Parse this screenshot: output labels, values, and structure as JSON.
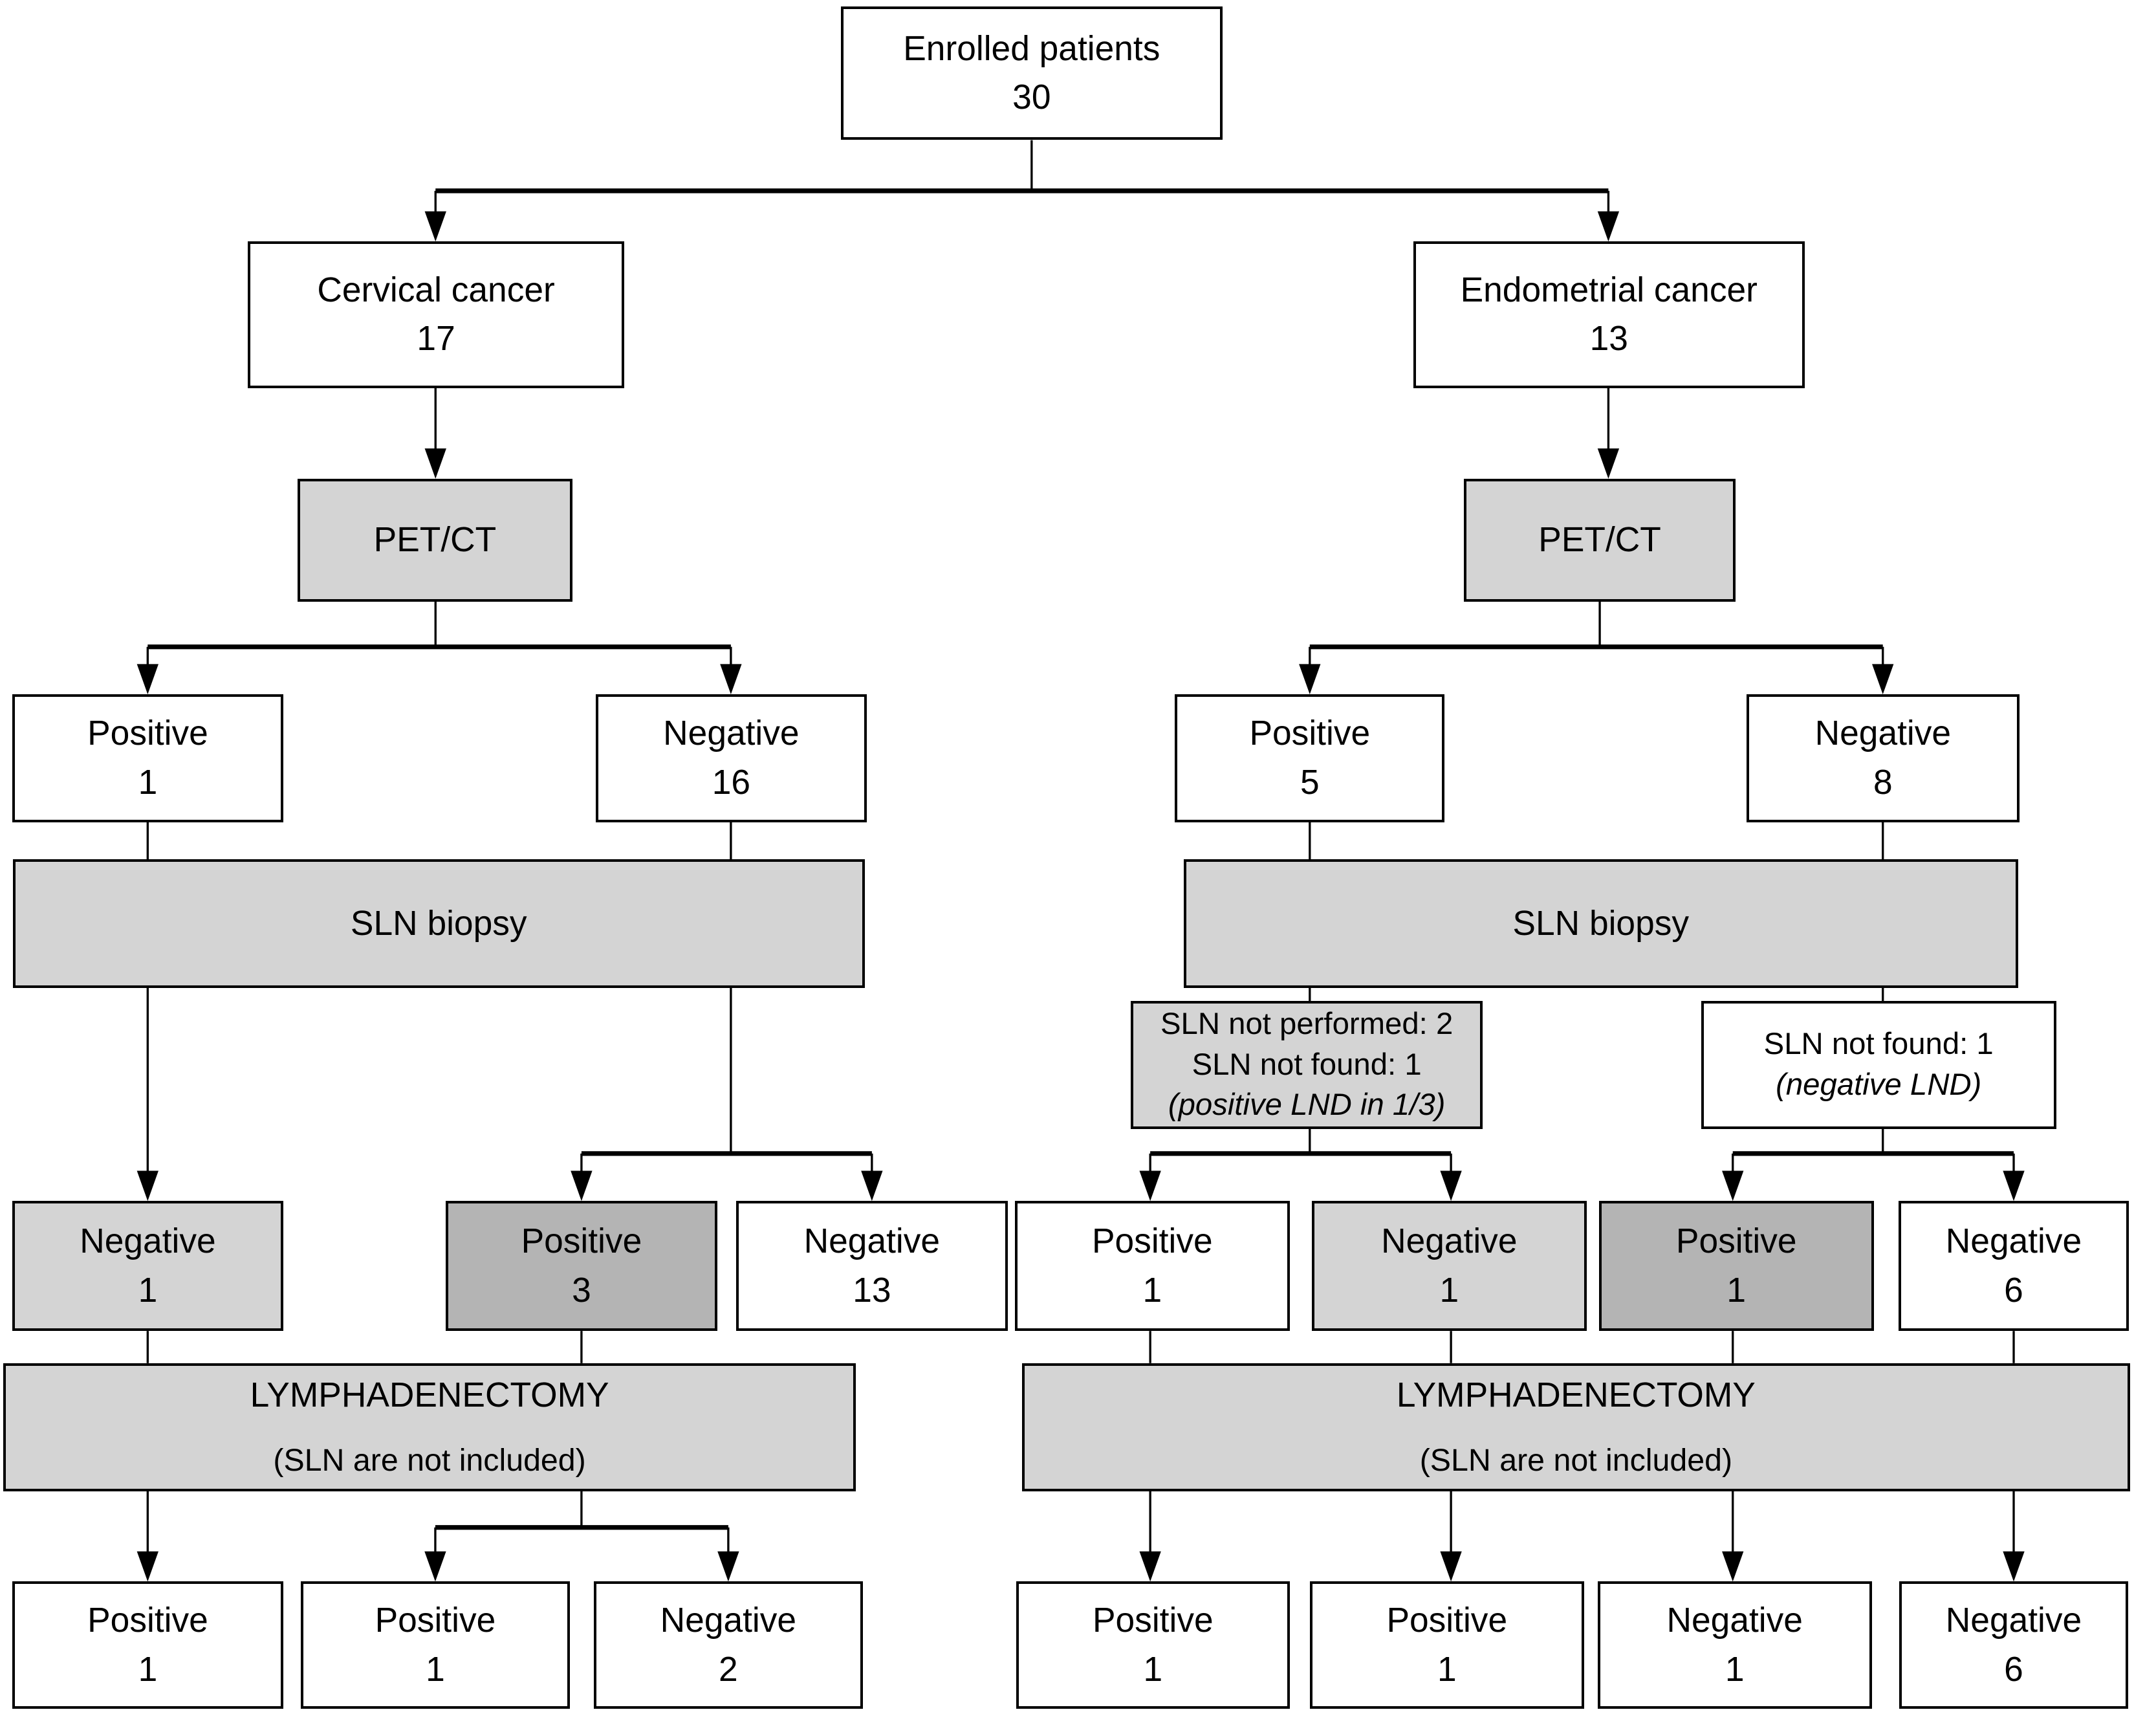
{
  "colors": {
    "background": "#ffffff",
    "box_white": "#ffffff",
    "box_light_gray": "#d4d4d4",
    "box_dark_gray": "#b4b4b4",
    "border": "#000000"
  },
  "flowchart": {
    "enrolled": {
      "label": "Enrolled patients",
      "count": "30"
    },
    "cervical": {
      "label": "Cervical cancer",
      "count": "17"
    },
    "endometrial": {
      "label": "Endometrial cancer",
      "count": "13"
    },
    "petct_left": {
      "label": "PET/CT"
    },
    "petct_right": {
      "label": "PET/CT"
    },
    "petct_left_positive": {
      "label": "Positive",
      "count": "1"
    },
    "petct_left_negative": {
      "label": "Negative",
      "count": "16"
    },
    "petct_right_positive": {
      "label": "Positive",
      "count": "5"
    },
    "petct_right_negative": {
      "label": "Negative",
      "count": "8"
    },
    "sln_biopsy_left": {
      "label": "SLN biopsy"
    },
    "sln_biopsy_right": {
      "label": "SLN biopsy"
    },
    "sln_note_left": {
      "line1": "SLN not performed: 2",
      "line2": "SLN not found: 1",
      "note": "(positive LND in 1/3)"
    },
    "sln_note_right": {
      "line1": "SLN not found: 1",
      "note": "(negative LND)"
    },
    "sln_left_result_negative": {
      "label": "Negative",
      "count": "1"
    },
    "sln_left_result_positive": {
      "label": "Positive",
      "count": "3"
    },
    "sln_left_result_negative2": {
      "label": "Negative",
      "count": "13"
    },
    "sln_right_result_positive": {
      "label": "Positive",
      "count": "1"
    },
    "sln_right_result_negative": {
      "label": "Negative",
      "count": "1"
    },
    "sln_right_result_positive2": {
      "label": "Positive",
      "count": "1"
    },
    "sln_right_result_negative2": {
      "label": "Negative",
      "count": "6"
    },
    "lnd_left": {
      "label": "LYMPHADENECTOMY",
      "sub": "(SLN are not included)"
    },
    "lnd_right": {
      "label": "LYMPHADENECTOMY",
      "sub": "(SLN are not included)"
    },
    "lnd_left_results": [
      {
        "label": "Positive",
        "count": "1"
      },
      {
        "label": "Positive",
        "count": "1"
      },
      {
        "label": "Negative",
        "count": "2"
      }
    ],
    "lnd_right_results": [
      {
        "label": "Positive",
        "count": "1"
      },
      {
        "label": "Positive",
        "count": "1"
      },
      {
        "label": "Negative",
        "count": "1"
      },
      {
        "label": "Negative",
        "count": "6"
      }
    ]
  }
}
